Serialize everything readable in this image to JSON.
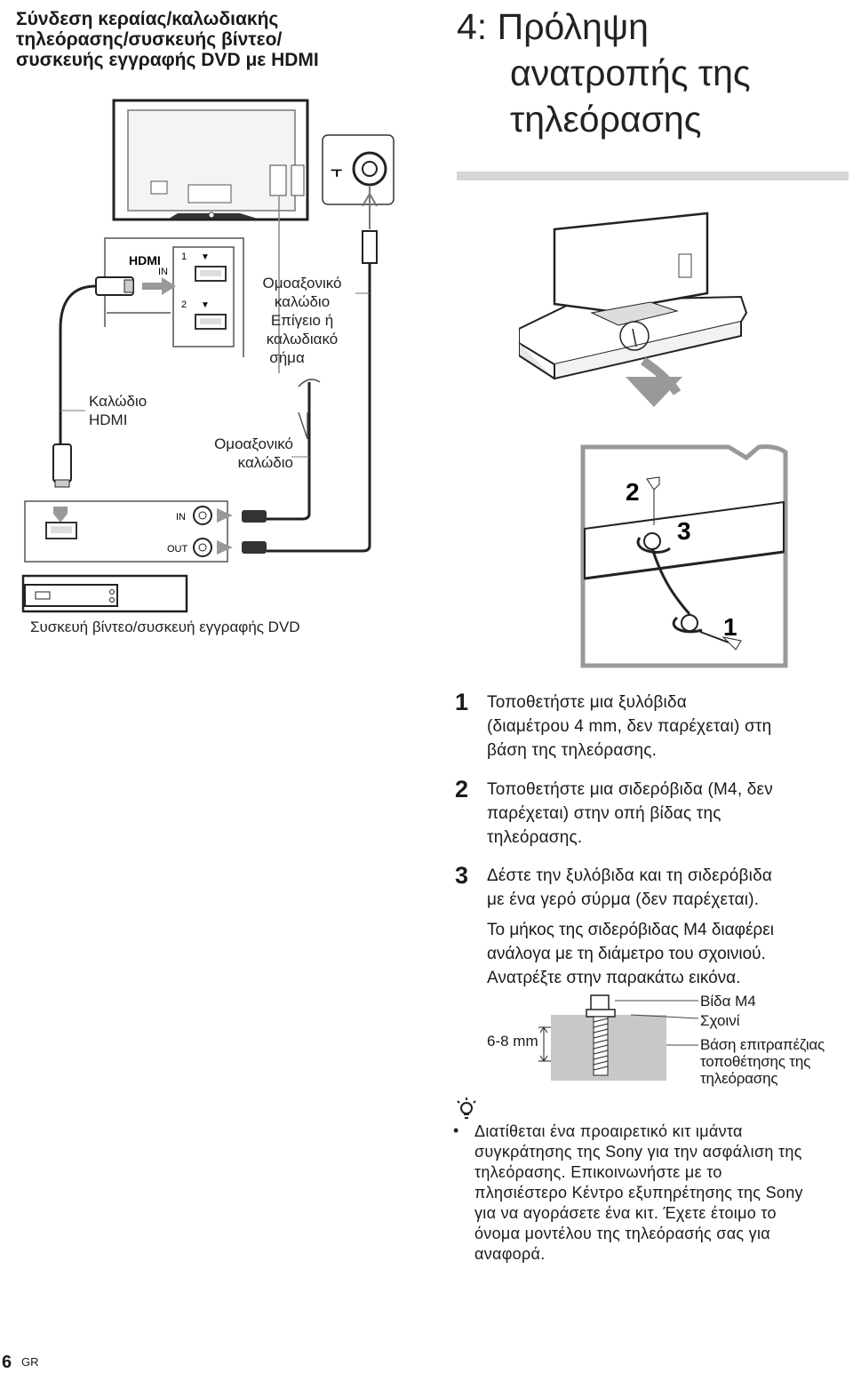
{
  "left_heading": [
    "Σύνδεση κεραίας/καλωδιακής",
    "τηλεόρασης/συσκευής βίντεο/",
    "συσκευής εγγραφής DVD με HDMI"
  ],
  "right_heading": [
    "4: Πρόληψη",
    "ανατροπής της",
    "τηλεόρασης"
  ],
  "connection_diagram": {
    "hdmi_logo": "HDMI",
    "hdmi_in": "IN",
    "port_1": "1",
    "port_2": "2",
    "coax_cable_signal_label": [
      "Ομοαξονικό",
      "καλώδιο",
      "Επίγειο ή",
      "καλωδιακό",
      "σήμα"
    ],
    "hdmi_cable_label": [
      "Καλώδιο",
      "HDMI"
    ],
    "coax_cable_label": [
      "Ομοαξονικό",
      "καλώδιο"
    ],
    "vcr_in": "IN",
    "vcr_out": "OUT",
    "device_label": "Συσκευή βίντεο/συσκευή εγγραφής DVD"
  },
  "stand_diagram": {
    "callout_1": "1",
    "callout_2": "2",
    "callout_3": "3"
  },
  "steps": [
    {
      "num": "1",
      "lines": [
        "Τοποθετήστε μια ξυλόβιδα",
        "(διαμέτρου 4 mm, δεν παρέχεται) στη",
        "βάση της τηλεόρασης."
      ]
    },
    {
      "num": "2",
      "lines": [
        "Τοποθετήστε μια σιδερόβιδα (M4, δεν",
        "παρέχεται) στην οπή βίδας της",
        "τηλεόρασης."
      ]
    },
    {
      "num": "3",
      "lines": [
        "Δέστε την ξυλόβιδα και τη σιδερόβιδα",
        "με ένα γερό σύρμα (δεν παρέχεται)."
      ]
    }
  ],
  "note_lines": [
    "Το μήκος της σιδερόβιδας M4 διαφέρει",
    "ανάλογα με τη διάμετρο του σχοινιού.",
    "Ανατρέξτε στην παρακάτω εικόνα."
  ],
  "screw_diagram": {
    "dimension": "6-8 mm",
    "label_screw": "Βίδα M4",
    "label_rope": "Σχοινί",
    "label_stand": [
      "Βάση επιτραπέζιας",
      "τοποθέτησης της",
      "τηλεόρασης"
    ]
  },
  "tip_lines": [
    "Διατίθεται ένα προαιρετικό κιτ ιμάντα",
    "συγκράτησης της Sony για την ασφάλιση της",
    "τηλεόρασης. Επικοινωνήστε με το",
    "πλησιέστερο Κέντρο εξυπηρέτησης της Sony",
    "για να αγοράσετε ένα κιτ. Έχετε έτοιμο το",
    "όνομα μοντέλου της τηλεόρασής σας για",
    "αναφορά."
  ],
  "tip_bullet": "•",
  "page_number": "6",
  "language_code": "GR"
}
